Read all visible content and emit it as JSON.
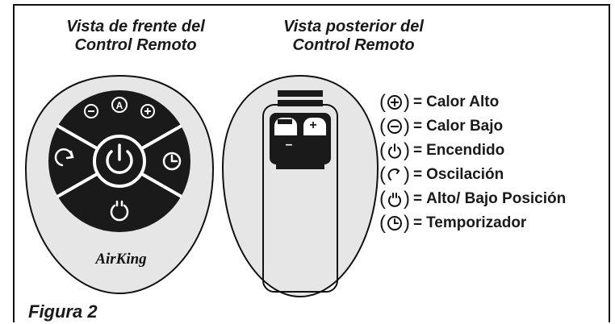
{
  "captions": {
    "front": "Vista de frente del Control Remoto",
    "back": "Vista posterior del Control Remoto"
  },
  "figure_label": "Figura 2",
  "brand_logo": "AirKing",
  "battery": {
    "minus": "–",
    "plus": "+"
  },
  "legend": {
    "equals": "=",
    "items": [
      {
        "icon": "plus-circle-icon",
        "label": "Calor Alto"
      },
      {
        "icon": "minus-circle-icon",
        "label": "Calor Bajo"
      },
      {
        "icon": "power-icon",
        "label": "Encendido"
      },
      {
        "icon": "oscillation-icon",
        "label": "Oscilación"
      },
      {
        "icon": "tilt-icon",
        "label": "Alto/ Bajo Posición"
      },
      {
        "icon": "timer-icon",
        "label": "Temporizador"
      }
    ]
  },
  "colors": {
    "remote_body": "#e6e6e6",
    "buttons": "#1a1a1a",
    "ink": "#111111"
  }
}
